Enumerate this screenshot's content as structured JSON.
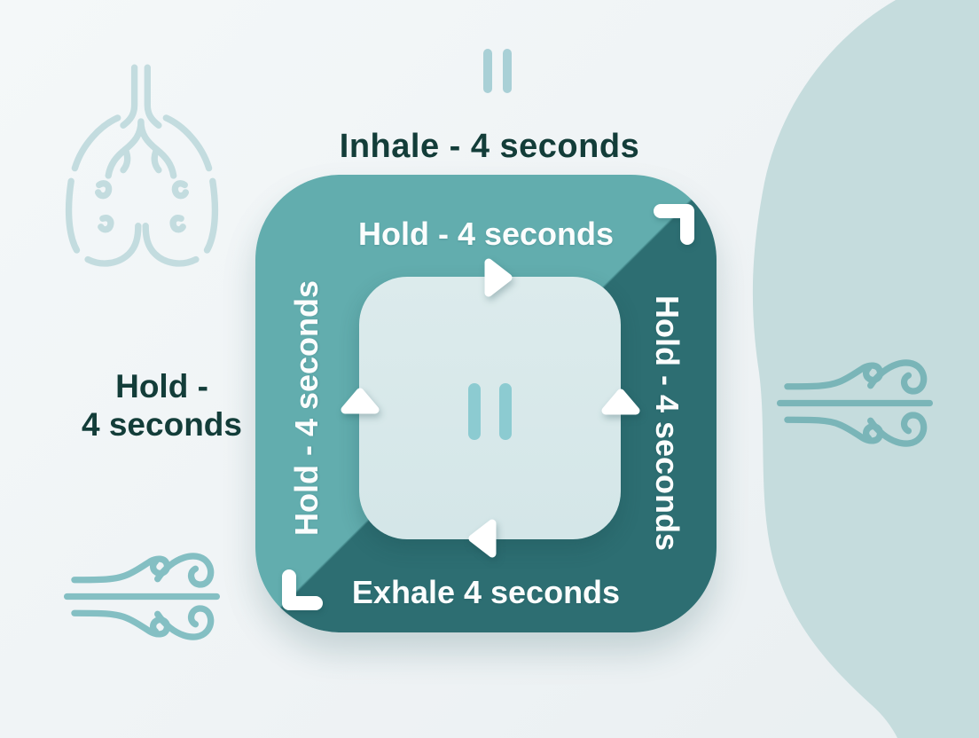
{
  "labels": {
    "inhale": "Inhale - 4 seconds",
    "hold_outside_line1": "Hold -",
    "hold_outside_line2": "4 seconds",
    "hold_top": "Hold - 4 seconds",
    "hold_left": "Hold - 4 seconds",
    "hold_right": "Hold - 4 seconds",
    "exhale": "Exhale 4 seconds"
  },
  "icons": {
    "lungs": "lungs-outline",
    "wind_left": "wind-flourish",
    "wind_right": "wind-flourish",
    "pause_top": "pause-bars",
    "pause_center": "pause-bars",
    "corner_top_right": "elbow-corner-arrow",
    "corner_bottom_left": "elbow-corner-arrow",
    "arrow_top": "triangle-right",
    "arrow_left": "triangle-up",
    "arrow_right": "triangle-up",
    "arrow_bottom": "triangle-left"
  },
  "colors": {
    "background": "#eff3f5",
    "square_light_teal": "#62adae",
    "square_dark_teal": "#2d6e72",
    "inner_panel": "#d9e8ea",
    "pause_bars_center": "#8ccbd1",
    "pause_bars_top": "#a9d0d6",
    "blob": "#c5dcdd",
    "line_icons": "#84bfc3",
    "lungs_icon": "#c3dcdf",
    "text_dark": "#133d39",
    "text_light": "#fbfdfd"
  }
}
